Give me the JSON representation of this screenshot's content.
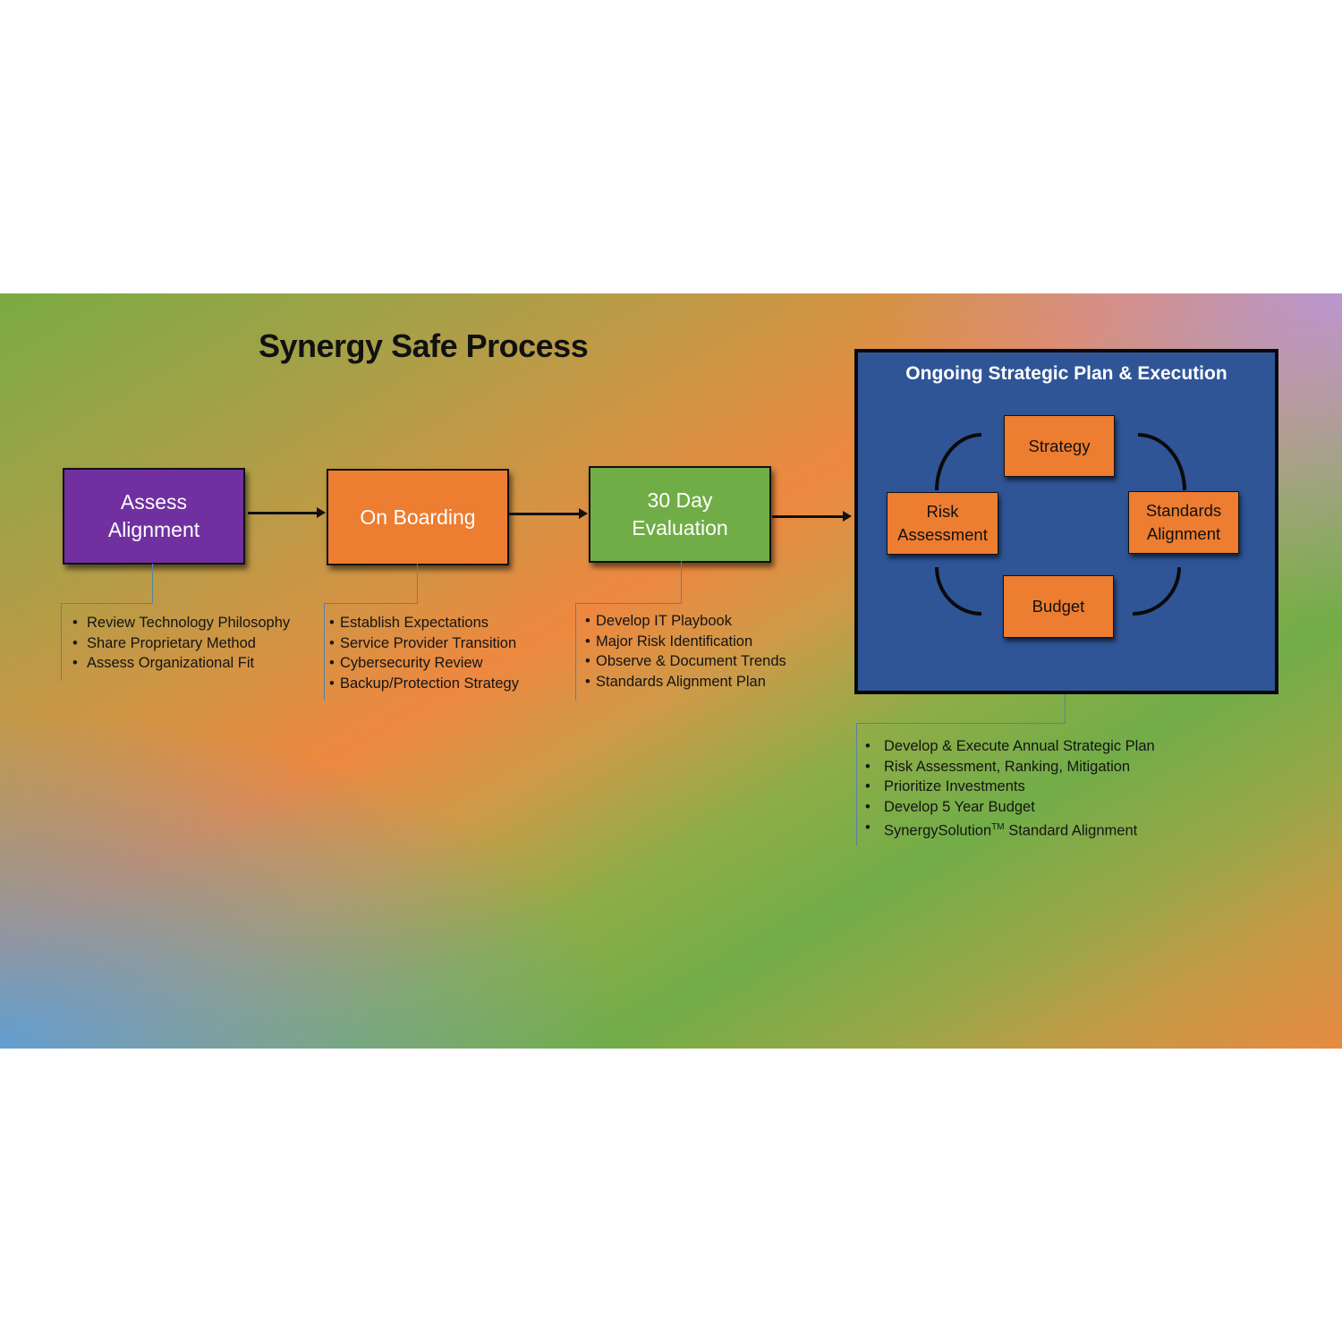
{
  "title": "Synergy Safe Process",
  "colors": {
    "assess": "#7030a0",
    "onboarding": "#ed7d31",
    "evaluation": "#70ad47",
    "ongoing_panel": "#2f5597",
    "cycle_box": "#ed7d31",
    "connector_line": "#5b7fa8"
  },
  "steps": [
    {
      "label": "Assess\nAlignment",
      "bullets": [
        "Review Technology Philosophy",
        "Share Proprietary Method",
        "Assess Organizational Fit"
      ]
    },
    {
      "label": "On Boarding",
      "bullets": [
        "Establish Expectations",
        "Service Provider Transition",
        "Cybersecurity Review",
        "Backup/Protection Strategy"
      ]
    },
    {
      "label": "30 Day\nEvaluation",
      "bullets": [
        "Develop IT Playbook",
        "Major Risk Identification",
        "Observe & Document Trends",
        "Standards Alignment Plan"
      ]
    }
  ],
  "ongoing": {
    "title": "Ongoing Strategic Plan & Execution",
    "cycle": {
      "top": "Strategy",
      "right": "Standards\nAlignment",
      "bottom": "Budget",
      "left": "Risk\nAssessment"
    },
    "bullets": [
      "Develop & Execute Annual Strategic Plan",
      "Risk Assessment, Ranking, Mitigation",
      "Prioritize Investments",
      "Develop 5 Year Budget"
    ],
    "last_bullet": {
      "prefix": "SynergySolution",
      "superscript": "TM",
      "suffix": " Standard Alignment"
    }
  }
}
